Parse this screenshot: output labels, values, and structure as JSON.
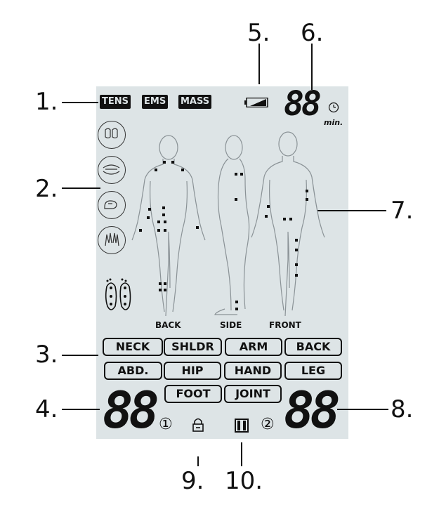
{
  "callouts": {
    "c1": "1.",
    "c2": "2.",
    "c3": "3.",
    "c4": "4.",
    "c5": "5.",
    "c6": "6.",
    "c7": "7.",
    "c8": "8.",
    "c9": "9.",
    "c10": "10."
  },
  "modes": {
    "tens": "TENS",
    "ems": "EMS",
    "mass": "MASS"
  },
  "timer": {
    "digits": "88",
    "unit": "min."
  },
  "body_views": {
    "back": "BACK",
    "side": "SIDE",
    "front": "FRONT"
  },
  "areas": {
    "neck": "NECK",
    "shldr": "SHLDR",
    "arm": "ARM",
    "back": "BACK",
    "abd": "ABD.",
    "hip": "HIP",
    "hand": "HAND",
    "leg": "LEG",
    "foot": "FOOT",
    "joint": "JOINT"
  },
  "channel1": {
    "digits": "88",
    "label": "①"
  },
  "channel2": {
    "digits": "88",
    "label": "②"
  },
  "icons": {
    "battery": "battery-icon",
    "clock": "clock-icon",
    "lock": "lock-icon",
    "pause": "pause-icon",
    "massage_modes": [
      "knead-icon",
      "tap-icon",
      "press-icon",
      "chop-icon"
    ],
    "feet": "feet-icon"
  },
  "colors": {
    "lcd": "#dde4e6",
    "segment": "#111111"
  }
}
